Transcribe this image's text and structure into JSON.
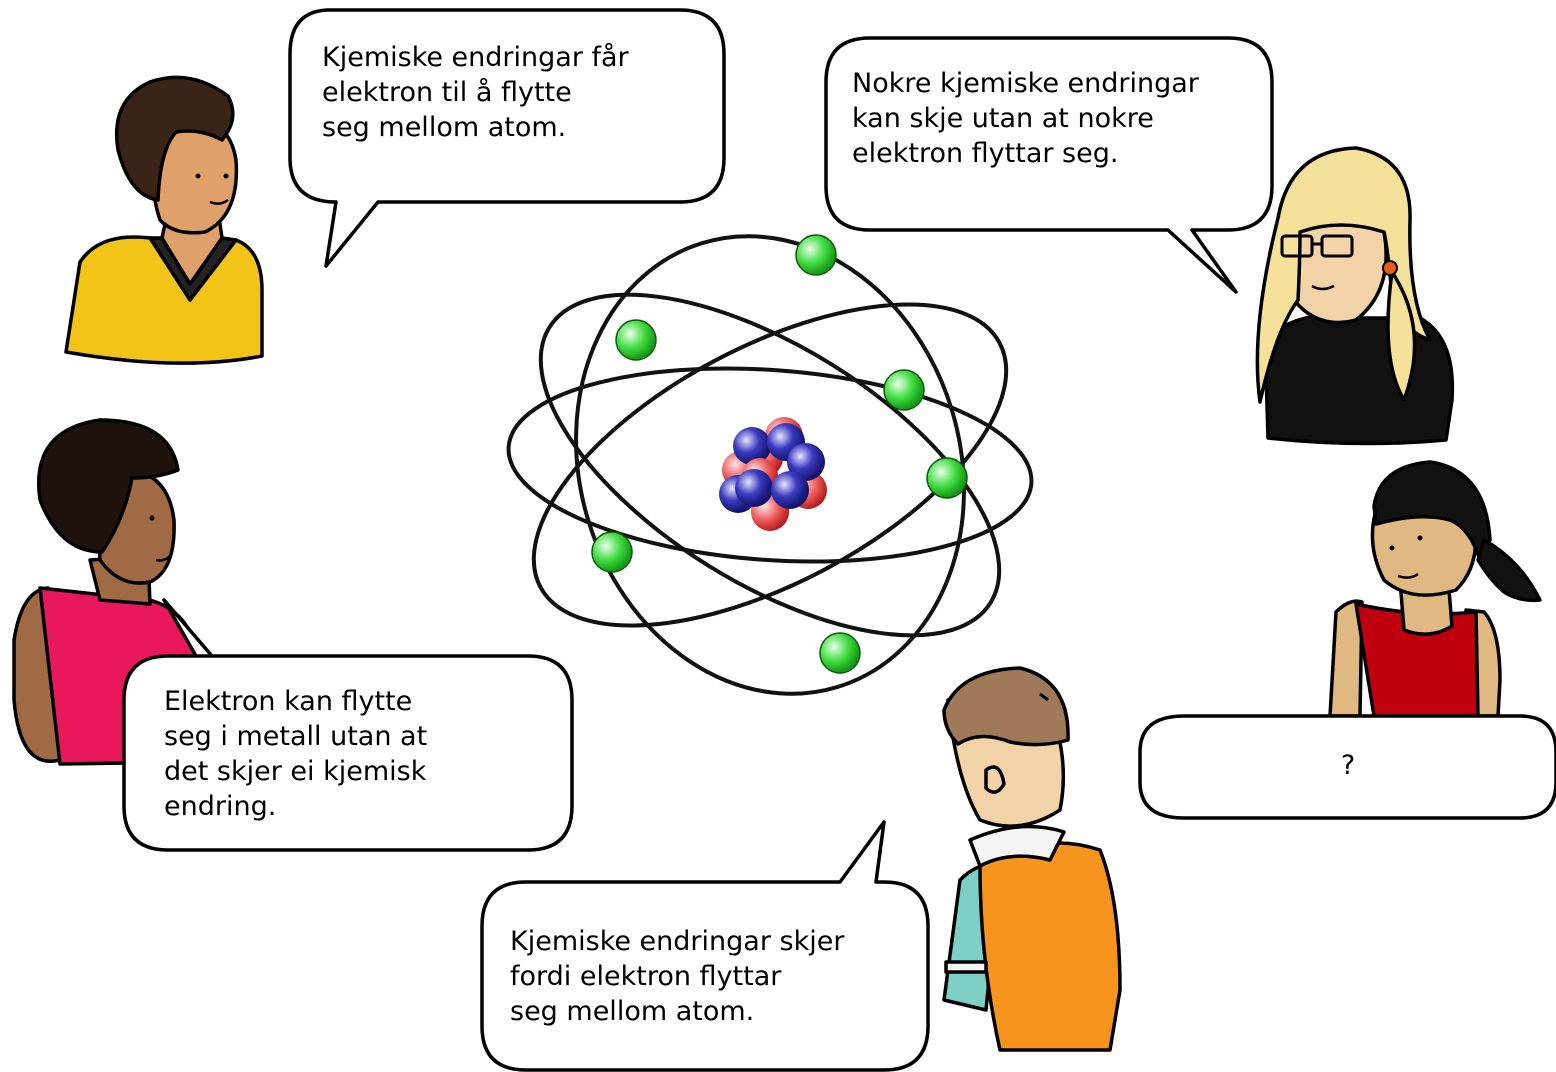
{
  "bubbles": [
    {
      "id": "student-1",
      "text": "Kjemiske endringar får\nelektron til å flytte\nseg mellom atom."
    },
    {
      "id": "student-2",
      "text": "Nokre kjemiske endringar\nkan skje utan at nokre\nelektron flyttar seg."
    },
    {
      "id": "student-3",
      "text": "Elektron kan flytte\nseg i metall utan at\ndet skjer ei kjemisk\nendring."
    },
    {
      "id": "student-4",
      "text": "Kjemiske endringar skjer\nfordi elektron flyttar\nseg mellom atom."
    },
    {
      "id": "student-5",
      "text": "?"
    }
  ],
  "colors": {
    "electron": "#33cc33",
    "proton": "#e84a4a",
    "neutron": "#2a2aa8",
    "shirt_yellow": "#f2c417",
    "shirt_pink": "#e8185a",
    "shirt_black": "#111111",
    "shirt_red": "#c0000f",
    "vest_orange": "#f7941d",
    "sleeve_teal": "#7ecfc6"
  }
}
